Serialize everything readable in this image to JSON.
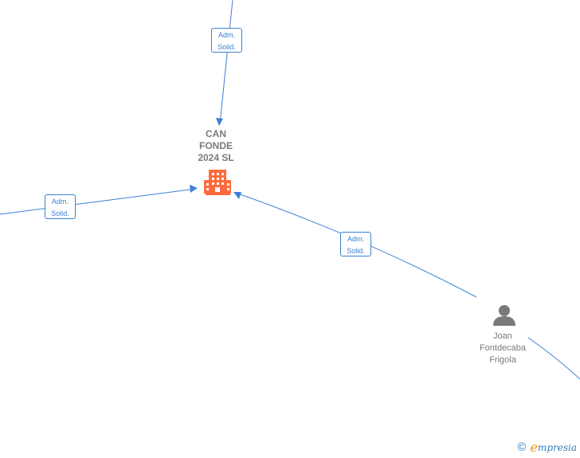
{
  "company": {
    "name_lines": [
      "CAN",
      "FONDE",
      "2024  SL"
    ],
    "icon": "building-icon",
    "color": "#ff6a3d"
  },
  "person": {
    "name_lines": [
      "Joan",
      "Fontdecaba",
      "Frigola"
    ],
    "icon": "person-icon",
    "color": "#7a7a7a"
  },
  "edges": [
    {
      "label_lines": [
        "Adm.",
        "Solid."
      ]
    },
    {
      "label_lines": [
        "Adm.",
        "Solid."
      ]
    },
    {
      "label_lines": [
        "Adm.",
        "Solid."
      ]
    }
  ],
  "edge_color": "#3c7fd4",
  "footer": {
    "copyright_symbol": "©",
    "brand_initial": "e",
    "brand_rest": "mpresia"
  }
}
